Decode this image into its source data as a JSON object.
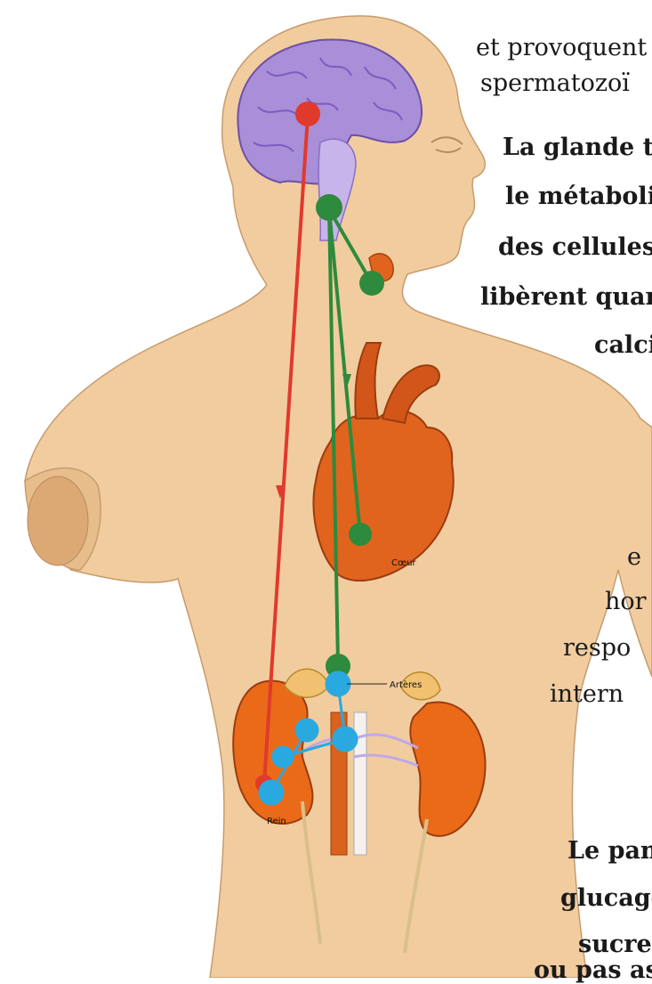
{
  "text_lines": [
    "et provoquent",
    "spermatozoï",
    "La glande th",
    "le métaboli",
    "des cellules",
    "libèrent quar",
    "calci",
    "e",
    "hor",
    "respo",
    "intern",
    "Le pan",
    "glucago",
    "sucre c",
    "ou pas ass"
  ],
  "labels": {
    "heart": "Cœur",
    "arteries": "Artères",
    "kidney": "Rein"
  },
  "colors": {
    "skin": "#f1cc9f",
    "brain": "#a98ed8",
    "heart": "#e0641e",
    "kidney": "#ea6a18",
    "red_path": "#e03a2c",
    "green_path": "#2e8a3c",
    "blue_node": "#2aa9e0"
  }
}
